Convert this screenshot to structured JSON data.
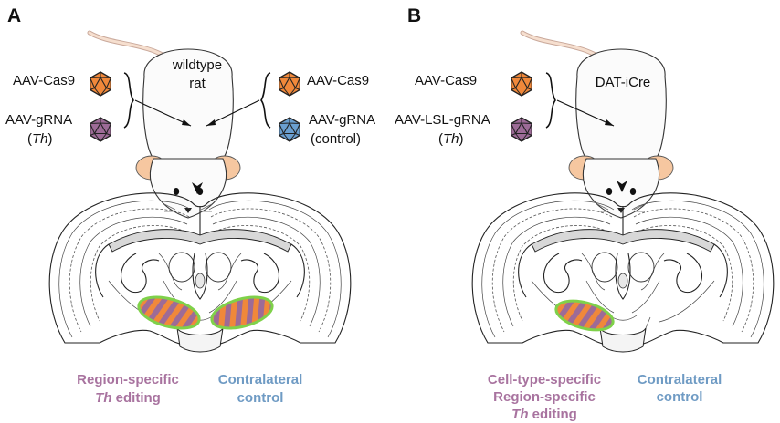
{
  "panels": [
    {
      "letter": "A",
      "animal_label_line1": "wildtype",
      "animal_label_line2": "rat",
      "left_vectors": [
        {
          "label": "AAV-Cas9",
          "icon": "orange-capsid-icon",
          "color": "#f0883a"
        },
        {
          "label_line1": "AAV-gRNA",
          "label_line2": "Th",
          "label_line2_italic": true,
          "icon": "purple-capsid-icon",
          "color": "#9d6b97"
        }
      ],
      "right_vectors": [
        {
          "label": "AAV-Cas9",
          "icon": "orange-capsid-icon",
          "color": "#f0883a"
        },
        {
          "label_line1": "AAV-gRNA",
          "label_line2": "(control)",
          "icon": "blue-capsid-icon",
          "color": "#6a9fd0"
        }
      ],
      "caption_left_line1": "Region-specific",
      "caption_left_line2_italic": "Th",
      "caption_left_line2_rest": " editing",
      "caption_right_line1": "Contralateral",
      "caption_right_line2": "control",
      "injected_sides": [
        "left",
        "right"
      ]
    },
    {
      "letter": "B",
      "animal_label": "DAT-iCre",
      "vectors": [
        {
          "label": "AAV-Cas9",
          "icon": "orange-capsid-icon",
          "color": "#f0883a"
        },
        {
          "label_line1": "AAV-LSL-gRNA",
          "label_line2": "Th",
          "label_line2_italic": true,
          "icon": "purple-capsid-icon",
          "color": "#9d6b97"
        }
      ],
      "caption_left_line1": "Cell-type-specific",
      "caption_left_line2": "Region-specific",
      "caption_left_line3_italic": "Th",
      "caption_left_line3_rest": " editing",
      "caption_right_line1": "Contralateral",
      "caption_right_line2": "control",
      "injected_sides": [
        "left"
      ]
    }
  ],
  "colors": {
    "caption_pink": "#a8739f",
    "caption_blue": "#6f9bc4",
    "region_outline": "#7fd14a",
    "stripe_orange": "#f0883a",
    "stripe_purple": "#9d6b97",
    "ear_pink": "#f6c7a0"
  }
}
